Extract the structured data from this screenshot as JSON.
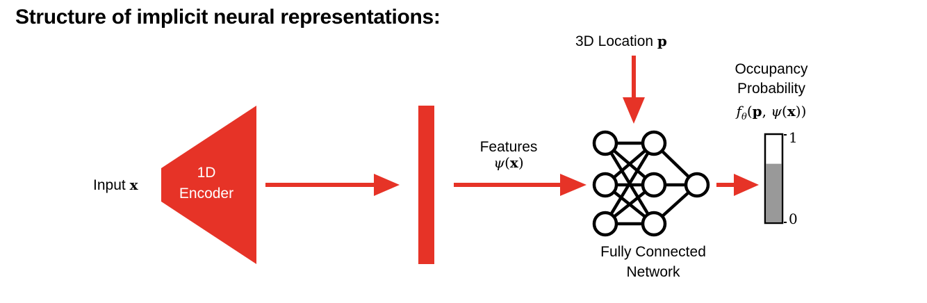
{
  "title": "Structure of implicit neural representations:",
  "input": {
    "label": "Input",
    "symbol": "x"
  },
  "encoder": {
    "line1": "1D",
    "line2": "Encoder"
  },
  "features": {
    "label": "Features",
    "symbol": "ψ",
    "arg": "x"
  },
  "location": {
    "label": "3D Location",
    "symbol": "p"
  },
  "occupancy": {
    "line1": "Occupancy",
    "line2": "Probability",
    "func": "f",
    "sub": "θ",
    "arg1": "p",
    "psi": "ψ",
    "arg2": "x",
    "scale_max": "1",
    "scale_min": "0",
    "level": 0.67
  },
  "network": {
    "line1": "Fully Connected",
    "line2": "Network"
  },
  "colors": {
    "accent": "#e63327",
    "bar_fill": "#999999",
    "outline": "#000000"
  }
}
